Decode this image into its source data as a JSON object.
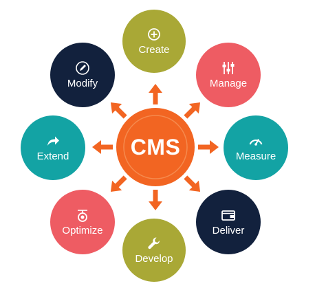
{
  "hub": {
    "label": "CMS",
    "color": "#f26522",
    "ring_color": "#f58a4e"
  },
  "arrow_color": "#f26522",
  "nodes": [
    {
      "key": "create",
      "label": "Create",
      "icon": "plus-circle-icon",
      "color": "#a9a836"
    },
    {
      "key": "manage",
      "label": "Manage",
      "icon": "sliders-icon",
      "color": "#ee5c63"
    },
    {
      "key": "measure",
      "label": "Measure",
      "icon": "gauge-icon",
      "color": "#13a3a4"
    },
    {
      "key": "deliver",
      "label": "Deliver",
      "icon": "wallet-icon",
      "color": "#12213d"
    },
    {
      "key": "develop",
      "label": "Develop",
      "icon": "wrench-icon",
      "color": "#a9a836"
    },
    {
      "key": "optimize",
      "label": "Optimize",
      "icon": "target-icon",
      "color": "#ee5c63"
    },
    {
      "key": "extend",
      "label": "Extend",
      "icon": "share-arrow-icon",
      "color": "#13a3a4"
    },
    {
      "key": "modify",
      "label": "Modify",
      "icon": "pencil-icon",
      "color": "#12213d"
    }
  ]
}
